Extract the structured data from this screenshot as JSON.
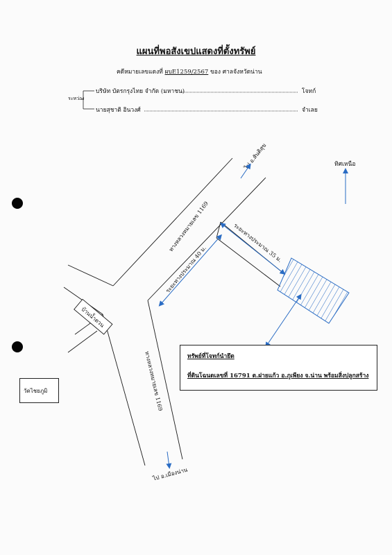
{
  "title": "แผนที่พอสังเขปแสดงที่ตั้งทรัพย์",
  "case": {
    "prefix": "คดีหมายเลขแดงที่",
    "number": "ผบE1259/2567",
    "court": "ของ ศาลจังหวัดน่าน"
  },
  "parties": {
    "between_label": "ระหว่าง",
    "plaintiff": "บริษัท บัตรกรุงไทย จำกัด (มหาชน)",
    "plaintiff_role": "โจทก์",
    "defendant": "นายสุชาติ อินวงศ์",
    "defendant_role": "จำเลย"
  },
  "map": {
    "north_label": "ทิศเหนือ",
    "to_santisuk": "ไป อ.สันติสุข",
    "to_muang_nan": "ไป อ.เมืองน่าน",
    "highway_upper": "ทางหลวงหมายเลข 1169",
    "highway_lower": "ทางหลวงหมายเลข 1169",
    "village": "บ้านน้ำตวน",
    "distance_40": "ระยะทางประมาณ 40 ม.",
    "distance_35": "ระยะทางประมาณ 35 ม.",
    "temple": "วัดไชยภูมิ",
    "property_title": "ทรัพย์ที่โจทก์นำยึด",
    "property_detail": "ที่ดินโฉนดเลขที่ 16791 ต.ฝายแก้ว อ.ภูเพียง จ.น่าน พร้อมสิ่งปลูกสร้าง",
    "arrow_color": "#2a6cc4"
  }
}
